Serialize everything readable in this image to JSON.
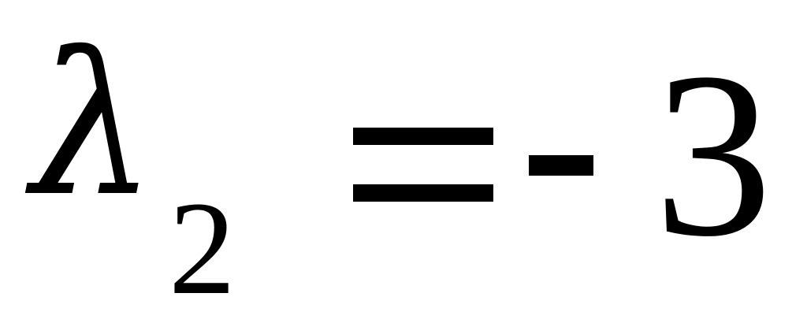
{
  "formula": {
    "symbol": "λ",
    "subscript": "2",
    "relation": "=",
    "sign": "-",
    "value": "3"
  }
}
